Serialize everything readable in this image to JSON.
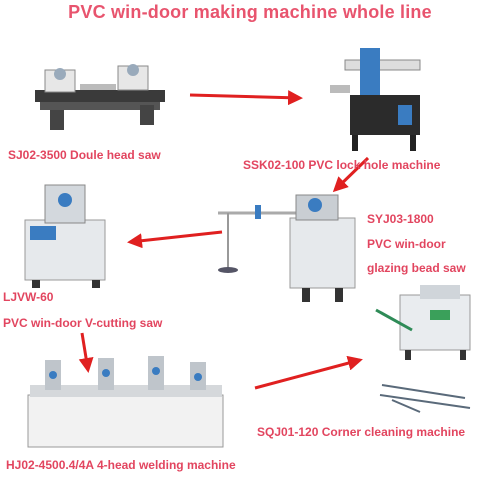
{
  "title": "PVC win-door making machine whole line",
  "colors": {
    "accent": "#e2455f",
    "arrow": "#e02020",
    "machine_body": "#e9ecef",
    "machine_dark": "#2b2b2b",
    "machine_blue": "#3a7cc1"
  },
  "machines": [
    {
      "id": "sj02",
      "label": "SJ02-3500 Doule head saw"
    },
    {
      "id": "ssk02",
      "label": "SSK02-100  PVC lock hole machine"
    },
    {
      "id": "syj03",
      "label_lines": [
        "SYJ03-1800",
        "PVC win-door",
        "glazing bead saw"
      ]
    },
    {
      "id": "ljvw",
      "label_lines": [
        "LJVW-60",
        "PVC win-door V-cutting saw"
      ]
    },
    {
      "id": "hj02",
      "label": "HJ02-4500.4/4A 4-head welding machine"
    },
    {
      "id": "sqj01",
      "label": "SQJ01-120 Corner cleaning machine"
    }
  ]
}
